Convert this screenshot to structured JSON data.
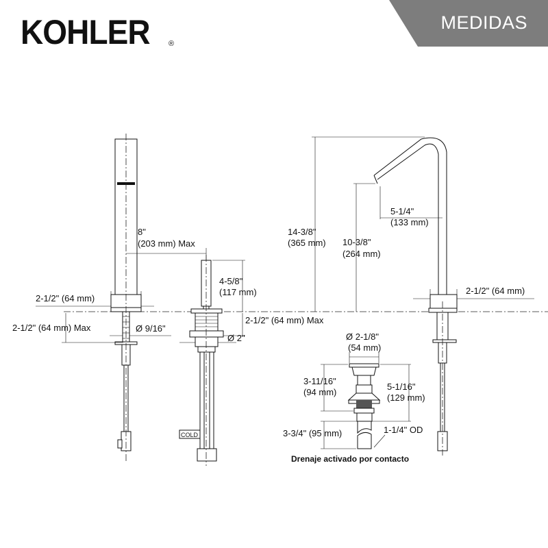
{
  "header": {
    "brand": "KOHLER",
    "registered": "®",
    "section_label": "MEDIDAS"
  },
  "handshower": {
    "reach": "8\"",
    "reach_mm": "(203 mm) Max",
    "base_width": "2-1/2\" (64 mm)",
    "deck_thickness": "2-1/2\" (64 mm) Max",
    "shank_dia": "Ø 9/16\""
  },
  "valve": {
    "height": "4-5/8\"",
    "height_mm": "(117 mm)",
    "deck_thickness": "2-1/2\" (64 mm) Max",
    "hole_dia": "Ø 2\"",
    "cold_label": "COLD"
  },
  "spout": {
    "height": "14-3/8\"",
    "height_mm": "(365 mm)",
    "outlet_height": "10-3/8\"",
    "outlet_height_mm": "(264 mm)",
    "outlet_reach": "5-1/4\"",
    "outlet_reach_mm": "(133 mm)",
    "base_width": "2-1/2\" (64 mm)"
  },
  "drain": {
    "flange_dia": "Ø 2-1/8\"",
    "flange_dia_mm": "(54 mm)",
    "body_height": "3-11/16\"",
    "body_height_mm": "(94 mm)",
    "overall_height": "5-1/16\"",
    "overall_height_mm": "(129 mm)",
    "tailpiece": "3-3/4\" (95 mm)",
    "tail_od": "1-1/4\" OD",
    "caption": "Drenaje activado por contacto"
  }
}
